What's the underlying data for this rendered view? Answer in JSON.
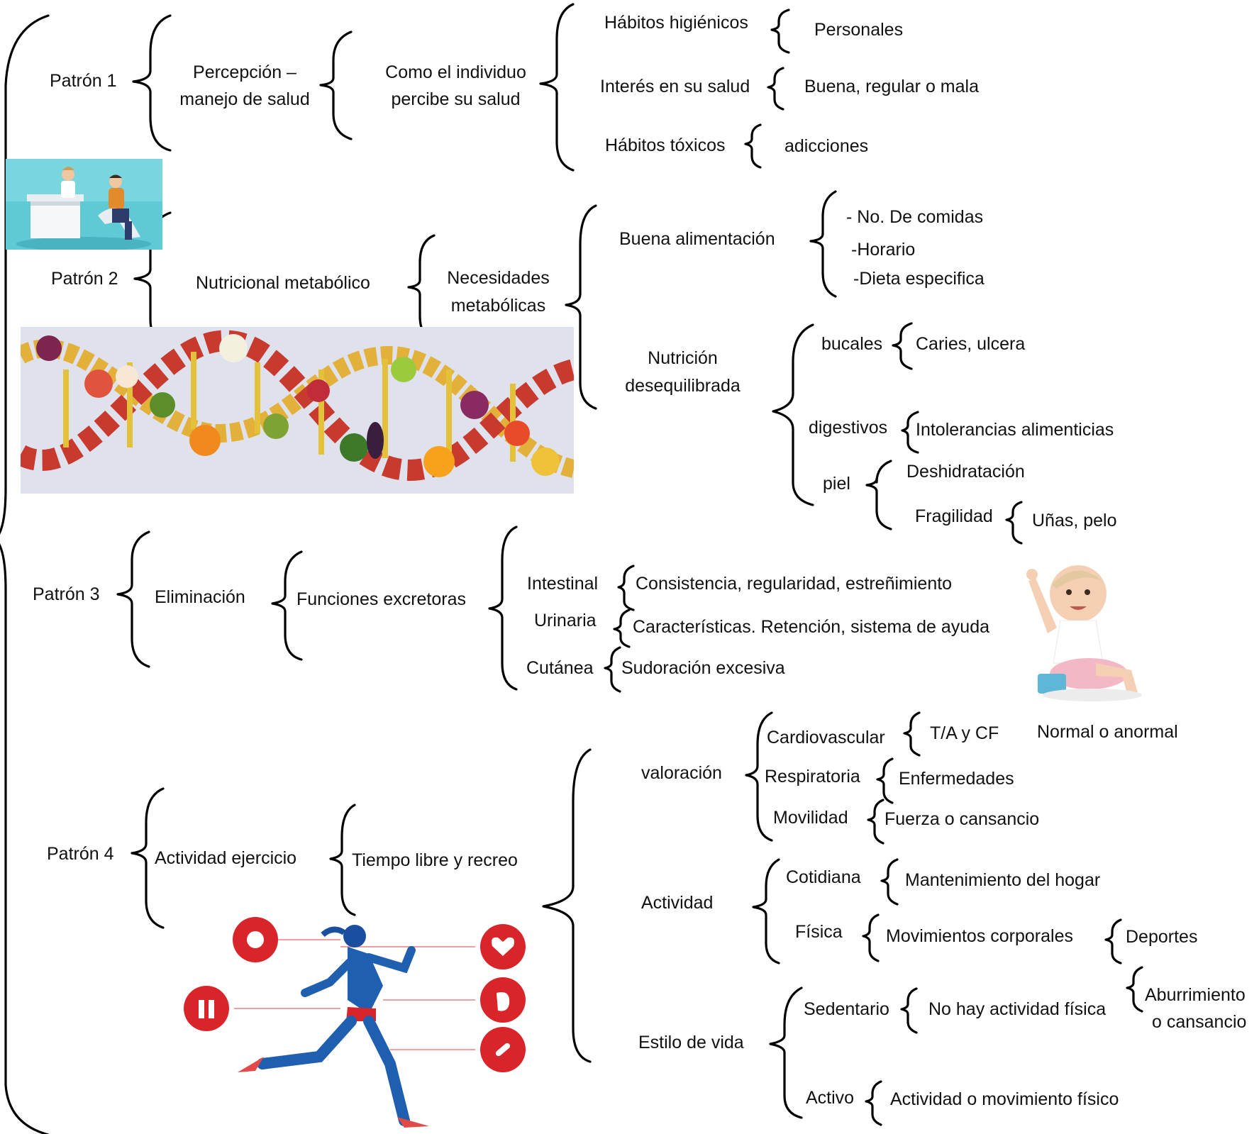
{
  "p1": {
    "label": "Patrón 1",
    "l2_a": "Percepción –",
    "l2_b": "manejo de salud",
    "l3_a": "Como el individuo",
    "l3_b": "percibe su salud",
    "items": [
      {
        "label": "Hábitos higiénicos",
        "value": "Personales"
      },
      {
        "label": "Interés en su salud",
        "value": "Buena, regular o mala"
      },
      {
        "label": "Hábitos tóxicos",
        "value": "adicciones"
      }
    ]
  },
  "p2": {
    "label": "Patrón 2",
    "l2": "Nutricional metabólico",
    "l3_a": "Necesidades",
    "l3_b": "metabólicas",
    "buena": {
      "label": "Buena alimentación",
      "items": [
        "- No. De comidas",
        "-Horario",
        "-Dieta especifica"
      ]
    },
    "desequilibrada": {
      "label_a": "Nutrición",
      "label_b": "desequilibrada",
      "bucales": {
        "label": "bucales",
        "value": "Caries, ulcera"
      },
      "digestivos": {
        "label": "digestivos",
        "value": "Intolerancias alimenticias"
      },
      "piel": {
        "label": "piel",
        "item1": "Deshidratación",
        "item2": "Fragilidad",
        "item2_value": "Uñas, pelo"
      }
    }
  },
  "p3": {
    "label": "Patrón 3",
    "l2": "Eliminación",
    "l3": "Funciones excretoras",
    "items": [
      {
        "label": "Intestinal",
        "value": "Consistencia, regularidad, estreñimiento"
      },
      {
        "label": "Urinaria",
        "value": "Características. Retención, sistema de ayuda"
      },
      {
        "label": "Cutánea",
        "value": "Sudoración excesiva"
      }
    ]
  },
  "p4": {
    "label": "Patrón 4",
    "l2": "Actividad ejercicio",
    "l3": "Tiempo libre y recreo",
    "valoracion": {
      "label": "valoración",
      "cardio": {
        "label": "Cardiovascular",
        "value": "T/A y CF",
        "note": "Normal o anormal"
      },
      "resp": {
        "label": "Respiratoria",
        "value": "Enfermedades"
      },
      "mov": {
        "label": "Movilidad",
        "value": "Fuerza o cansancio"
      }
    },
    "actividad": {
      "label": "Actividad",
      "cotidiana": {
        "label": "Cotidiana",
        "value": "Mantenimiento del hogar"
      },
      "fisica": {
        "label": "Física",
        "value": "Movimientos corporales",
        "value2": "Deportes"
      }
    },
    "estilo": {
      "label": "Estilo de vida",
      "sedentario": {
        "label": "Sedentario",
        "value": "No hay actividad física",
        "reason_a": "Aburrimiento",
        "reason_b": "o cansancio"
      },
      "activo": {
        "label": "Activo",
        "value": "Actividad o movimiento físico"
      }
    }
  }
}
